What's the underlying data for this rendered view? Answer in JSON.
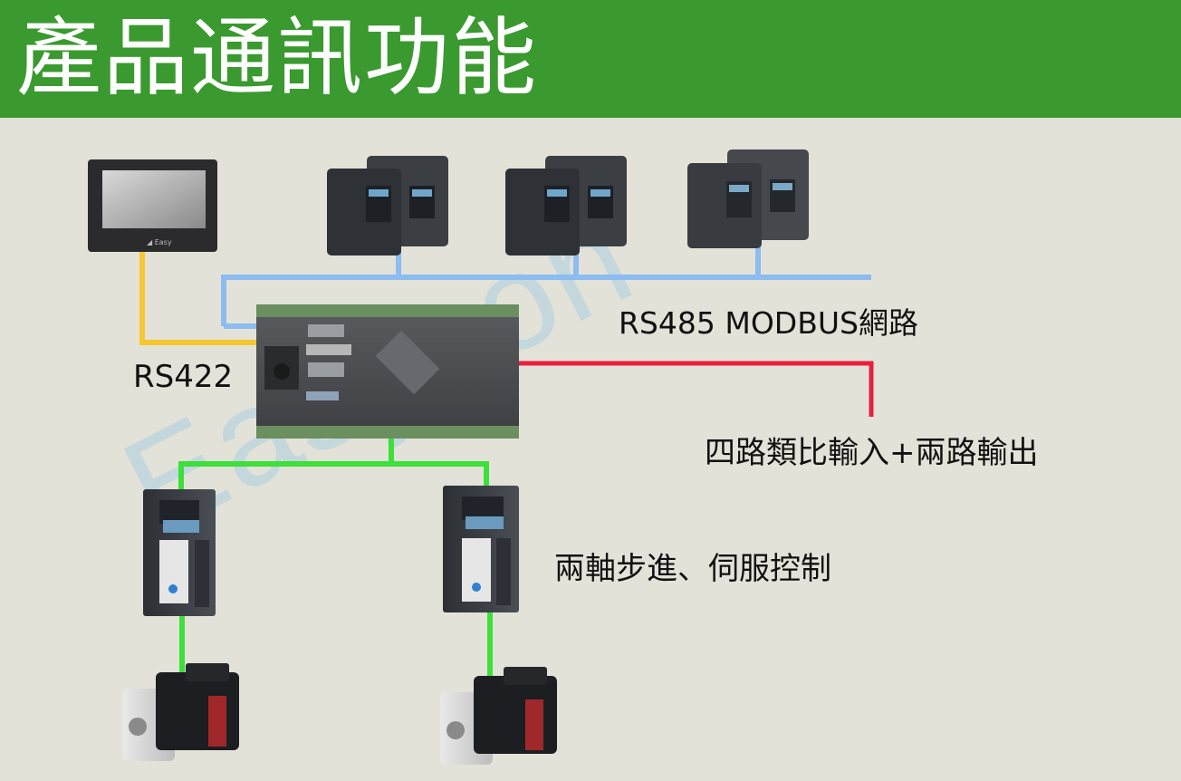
{
  "title": "產品通訊功能",
  "labels": {
    "rs485": "RS485 MODBUS網路",
    "rs422": "RS422",
    "analog": "四路類比輸入+兩路輸出",
    "motion": "兩軸步進、伺服控制"
  },
  "watermark": "Easycon",
  "colors": {
    "header": "#3a9a2f",
    "rs485_line": "#8cbcf0",
    "rs422_line": "#f7c72f",
    "analog_line": "#e8203f",
    "motion_line": "#3de03a"
  }
}
